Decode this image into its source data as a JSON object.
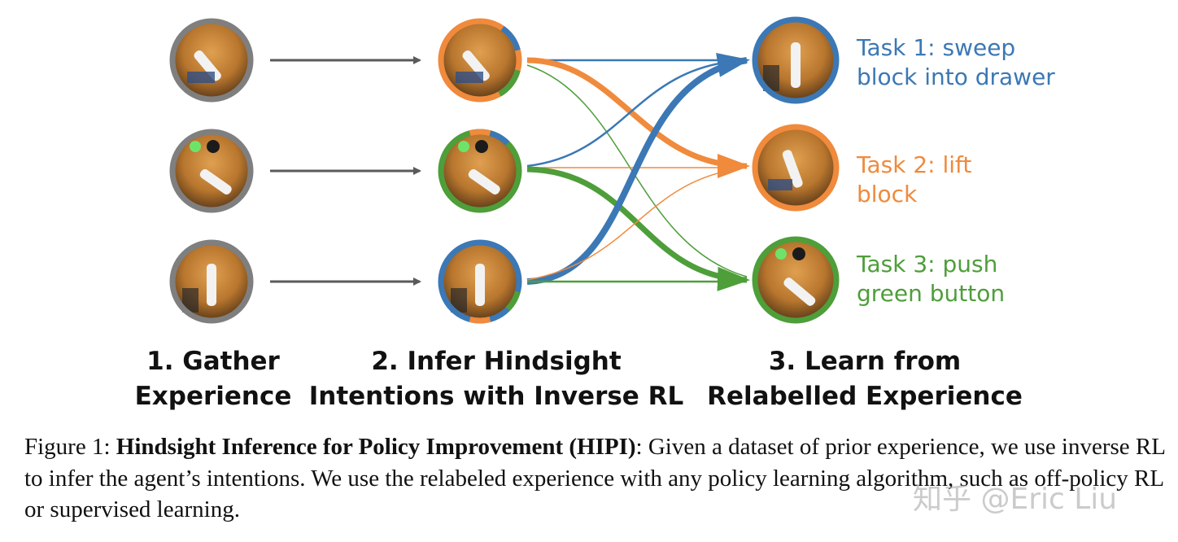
{
  "colors": {
    "gray_arrow": "#5a5a5a",
    "ring_gray": "#7f7f7f",
    "task1": "#3b78b5",
    "task2": "#f08a3c",
    "task3": "#4e9e3a"
  },
  "stages": [
    {
      "line1": "1. Gather",
      "line2": "Experience"
    },
    {
      "line1": "2. Infer Hindsight",
      "line2": "Intentions with Inverse RL"
    },
    {
      "line1": "3. Learn from",
      "line2": "Relabelled Experience"
    }
  ],
  "tasks": [
    {
      "line1": "Task 1: sweep",
      "line2": "block into drawer"
    },
    {
      "line1": "Task 2: lift",
      "line2": "block"
    },
    {
      "line1": "Task 3: push",
      "line2": "green button"
    }
  ],
  "caption": {
    "prefix": "Figure 1: ",
    "bold": "Hindsight Inference for Policy Improvement (HIPI)",
    "rest": ": Given a dataset of prior experience, we use inverse RL to infer the agent’s intentions. We use the relabeled experience with any policy learning algorithm, such as off-policy RL or supervised learning."
  },
  "watermark": "知乎 @Eric Liu"
}
